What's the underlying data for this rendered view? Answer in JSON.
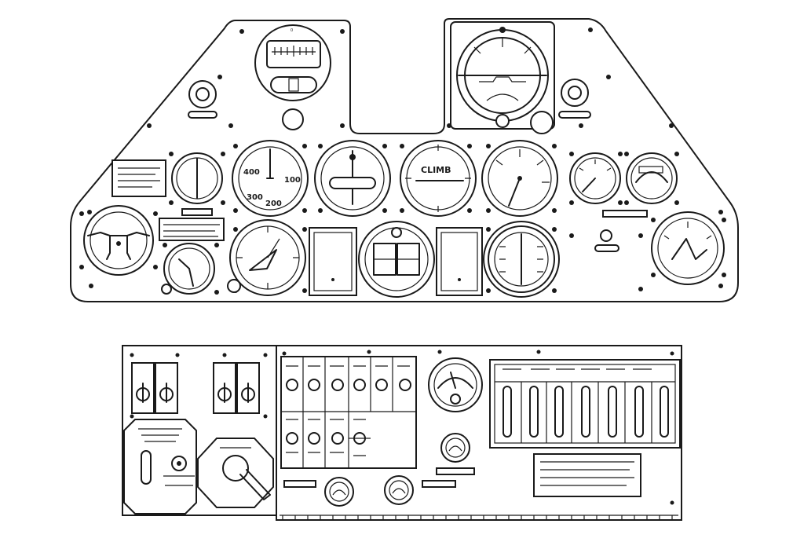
{
  "colors": {
    "ink": "#1a1a1a",
    "paper": "#ffffff"
  },
  "upper_panel": {
    "gauges": {
      "directional_gyro": {
        "icon": "directional-gyro-icon"
      },
      "gyro_horizon": {
        "icon": "artificial-horizon-icon"
      },
      "airspeed": {
        "icon": "airspeed-indicator-icon",
        "labels": [
          "400",
          "100",
          "300",
          "200"
        ]
      },
      "turn_bank": {
        "icon": "turn-bank-indicator-icon"
      },
      "rate_of_climb": {
        "icon": "rate-of-climb-icon",
        "label": "CLIMB"
      },
      "tachometer": {
        "icon": "tachometer-icon"
      },
      "manifold_pressure": {
        "icon": "manifold-pressure-icon"
      },
      "fuel_pressure": {
        "icon": "fuel-pressure-icon"
      },
      "oil_temp": {
        "icon": "oil-temperature-icon"
      },
      "cylinder_temp": {
        "icon": "cylinder-temperature-icon"
      },
      "altimeter": {
        "icon": "altimeter-icon"
      },
      "clock": {
        "icon": "clock-icon"
      },
      "compass_card": {
        "icon": "compass-card-icon"
      },
      "suction": {
        "icon": "suction-gauge-icon"
      },
      "landing_gear_position": {
        "icon": "landing-gear-indicator-icon"
      },
      "flap_indicator": {
        "icon": "flap-position-icon"
      },
      "engine_gauge": {
        "icon": "engine-gauge-icon"
      }
    }
  },
  "lower_panel": {
    "gauges": {
      "ammeter": {
        "icon": "ammeter-icon"
      },
      "small_gauge_1": {
        "icon": "small-gauge-icon"
      },
      "small_gauge_2": {
        "icon": "small-gauge-icon"
      },
      "small_gauge_3": {
        "icon": "small-gauge-icon"
      }
    },
    "switch_bank": {
      "icon": "toggle-switch-bank-icon"
    },
    "fuel_selector": {
      "icon": "fuel-selector-icon"
    }
  }
}
